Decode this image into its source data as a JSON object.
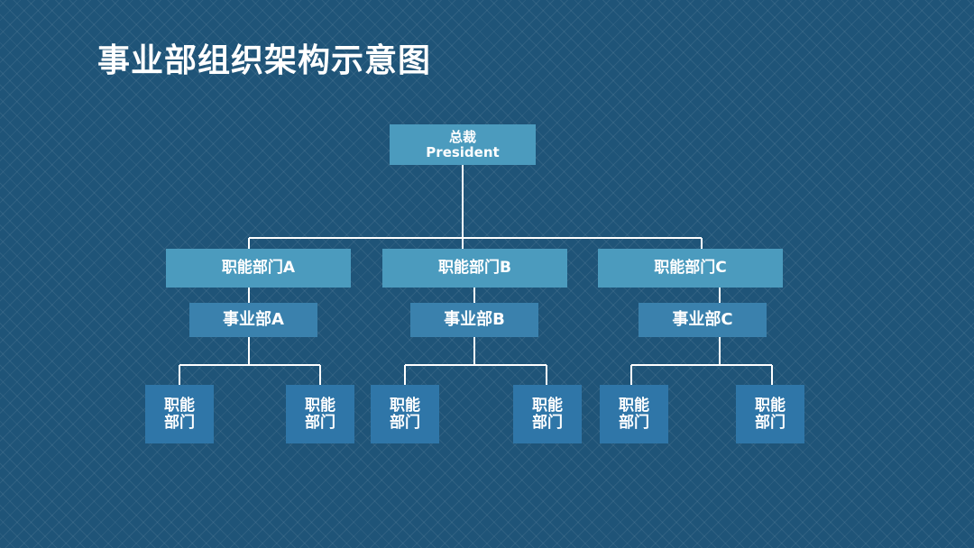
{
  "title": "事业部组织架构示意图",
  "president": {
    "line1": "总裁",
    "line2": "President"
  },
  "functional_departments": [
    "职能部门A",
    "职能部门B",
    "职能部门C"
  ],
  "business_units": [
    "事业部A",
    "事业部B",
    "事业部C"
  ],
  "sub_units": [
    {
      "line1": "职能",
      "line2": "部门"
    },
    {
      "line1": "职能",
      "line2": "部门"
    },
    {
      "line1": "职能",
      "line2": "部门"
    },
    {
      "line1": "职能",
      "line2": "部门"
    },
    {
      "line1": "职能",
      "line2": "部门"
    },
    {
      "line1": "职能",
      "line2": "部门"
    }
  ],
  "colors": {
    "background": "#1f5478",
    "box_light": "#4b9bbe",
    "box_mid": "#3a81ad",
    "box_dark": "#2f76a8",
    "line": "#ffffff"
  }
}
